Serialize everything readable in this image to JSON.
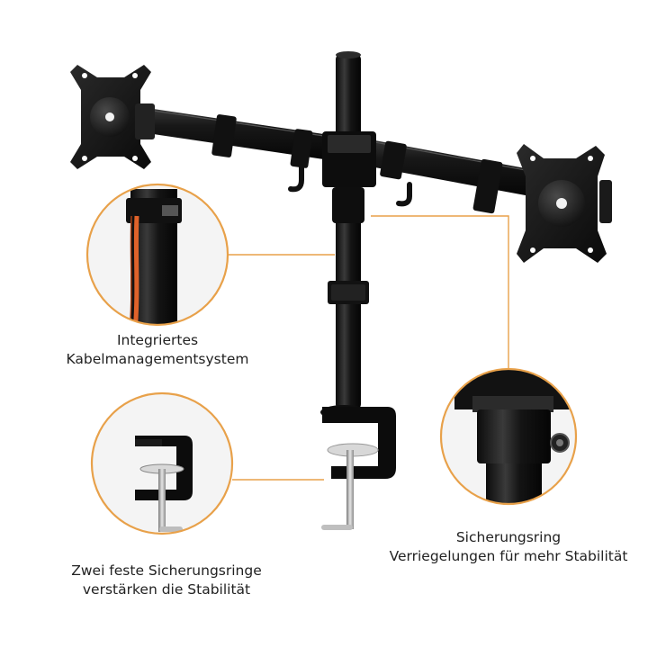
{
  "colors": {
    "accent": "#e8a14a",
    "metal": "#161616",
    "cable": "#e0622a"
  },
  "captions": {
    "cable_management": {
      "line1": "Integriertes",
      "line2": "Kabelmanagementsystem"
    },
    "clamp_rings": {
      "line1": "Zwei feste Sicherungsringe",
      "line2": "verstärken die Stabilität"
    },
    "locking_ring": {
      "line1": "Sicherungsring",
      "line2": "Verriegelungen für mehr Stabilität"
    }
  }
}
